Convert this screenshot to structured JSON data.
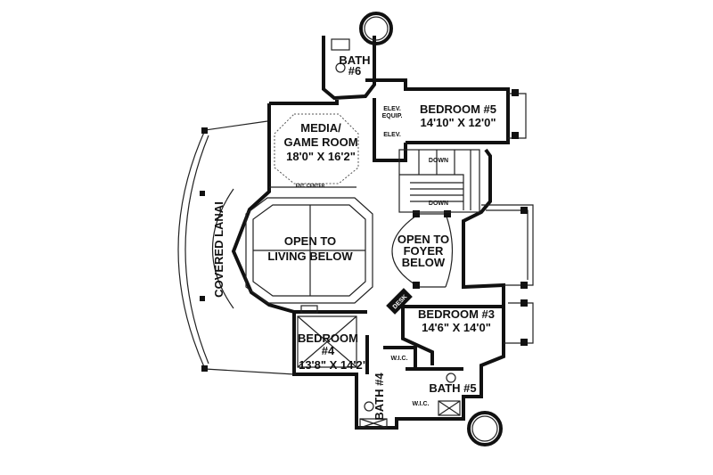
{
  "plan": {
    "rooms": {
      "bath6": [
        "BATH",
        "#6"
      ],
      "bedroom5": [
        "BEDROOM #5",
        "14'10\" X 12'0\""
      ],
      "media": [
        "MEDIA/",
        "GAME ROOM",
        "18'0\" X 16'2\""
      ],
      "elev_equip": [
        "ELEV.",
        "EQUIP."
      ],
      "elev": "ELEV.",
      "down_upper": "DOWN",
      "down_lower": "DOWN",
      "ent_center": "ENT. CENTER",
      "open_living": [
        "OPEN TO",
        "LIVING BELOW"
      ],
      "open_foyer": [
        "OPEN TO",
        "FOYER",
        "BELOW"
      ],
      "lanai": "COVERED LANAI",
      "desk": "DESK",
      "bedroom3": [
        "BEDROOM #3",
        "14'6\" X 14'0\""
      ],
      "bedroom4": [
        "BEDROOM",
        "#4",
        "13'8\" X 14'2\""
      ],
      "wic_left": "W.I.C.",
      "wic_right": "W.I.C.",
      "bath4": "BATH #4",
      "bath5": "BATH #5"
    }
  }
}
